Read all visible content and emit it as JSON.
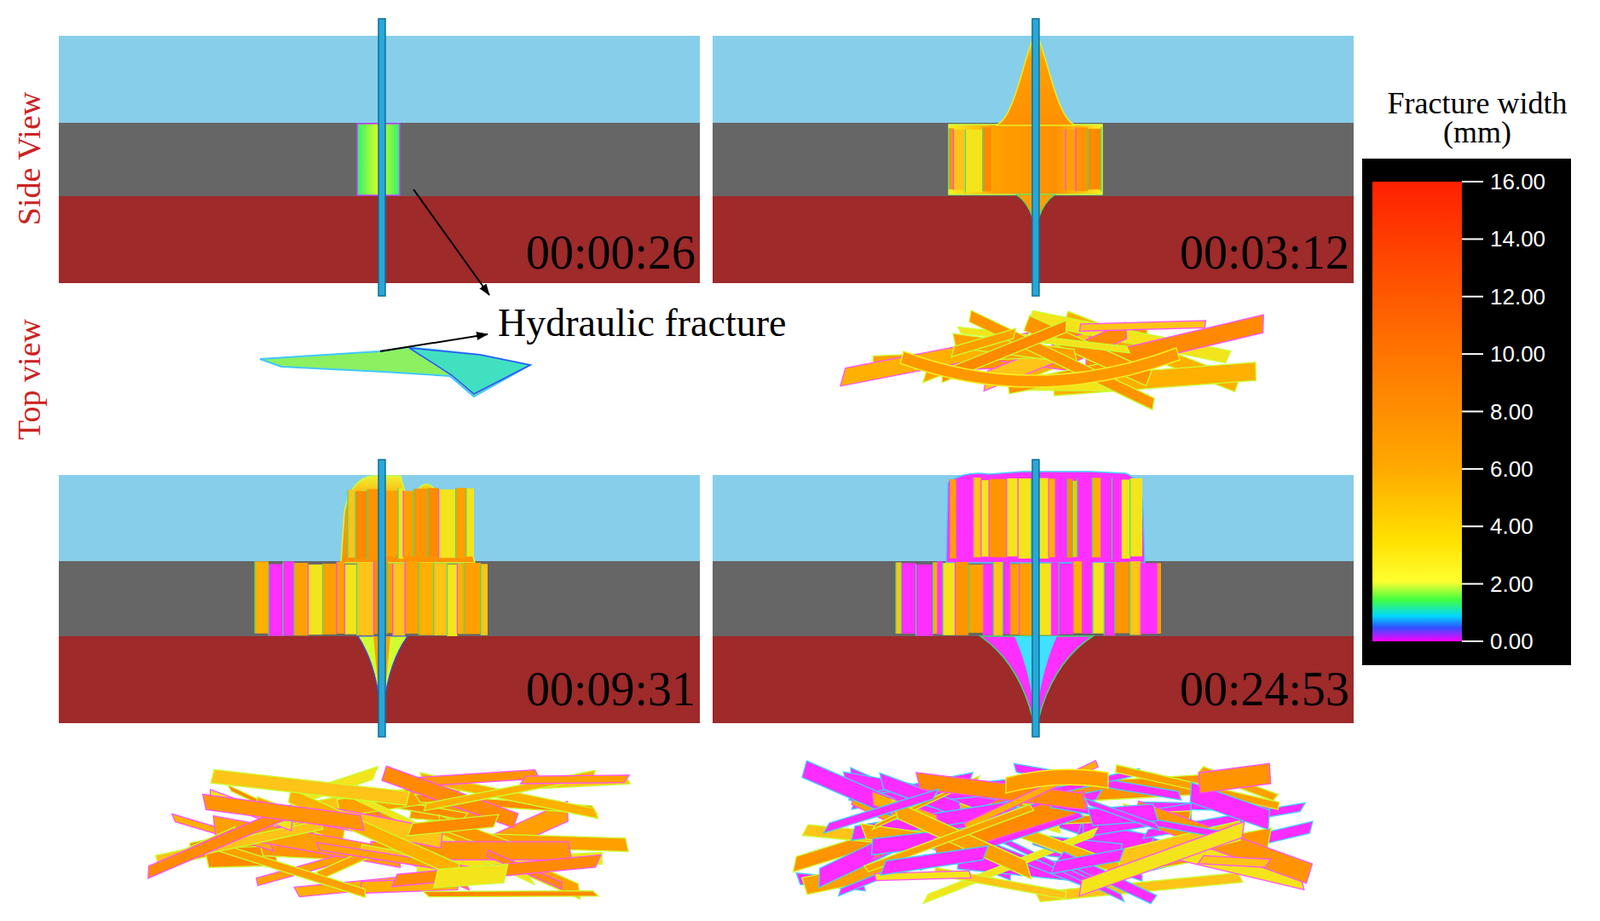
{
  "diagram": {
    "labels": [
      "Side View",
      "Top view",
      "00:00:26",
      "Hydraulic fracture",
      "00:03:12",
      "00:09:31",
      "00:24:53",
      "Fracture width (mm)",
      "16.00",
      "14.00",
      "12.00",
      "10.00",
      "8.00",
      "6.00",
      "4.00",
      "2.00",
      "0.00"
    ]
  }
}
